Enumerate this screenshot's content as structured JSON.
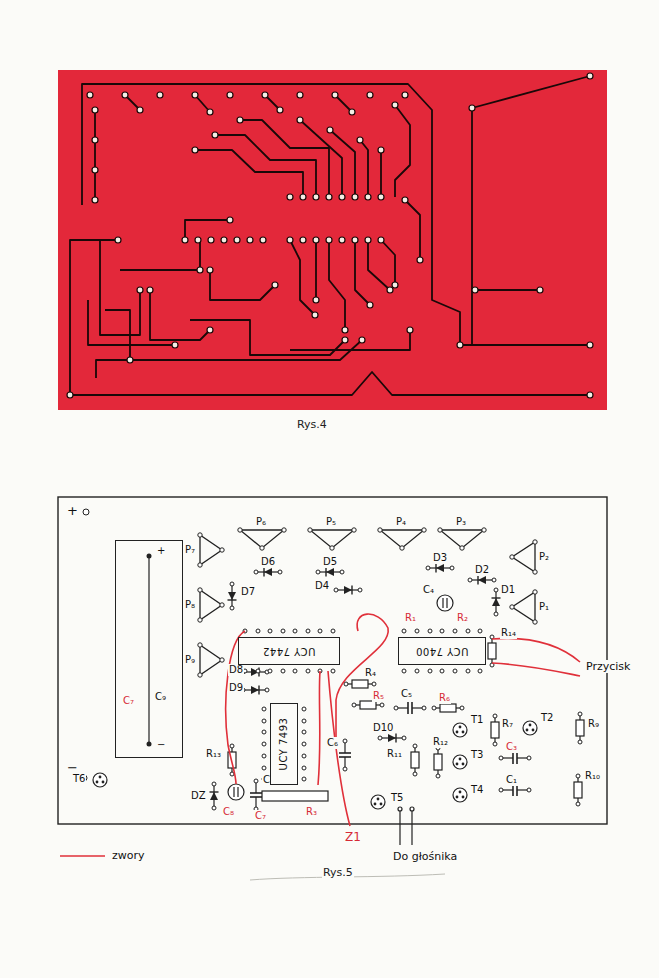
{
  "diagram": {
    "nodes": [
      {
        "text": [
          "+",
          "C₉",
          "C₇",
          "−"
        ]
      },
      {
        "text": [
          "UCY 7442"
        ]
      },
      {
        "text": [
          "UCY 7400"
        ]
      },
      {
        "text": [
          "UCY 7493"
        ]
      }
    ],
    "labels": [
      "Rys.4",
      "+",
      "−",
      "P₆",
      "P₅",
      "P₄",
      "P₃",
      "P₇",
      "P₈",
      "P₉",
      "P₂",
      "P₁",
      "D6",
      "D5",
      "D4",
      "D3",
      "D2",
      "D1",
      "D7",
      "C₄",
      "R₁",
      "R₂",
      "R₁₄",
      "Przycisk",
      "D8",
      "D9",
      "R₄",
      "R₅",
      "C₅",
      "R₆",
      "D10",
      "T1",
      "R₇",
      "T2",
      "R₉",
      "T3",
      "C₃",
      "T4",
      "C₁",
      "R₁₀",
      "R₁₁",
      "R₁₂",
      "C₆",
      "T5",
      "R₁₃",
      "T6",
      "DZ",
      "C₈",
      "C₂",
      "C₇",
      "R₃",
      "Z1",
      "Do głośnika",
      "Rys.5"
    ],
    "legend": [
      {
        "text": "zwory"
      }
    ]
  }
}
